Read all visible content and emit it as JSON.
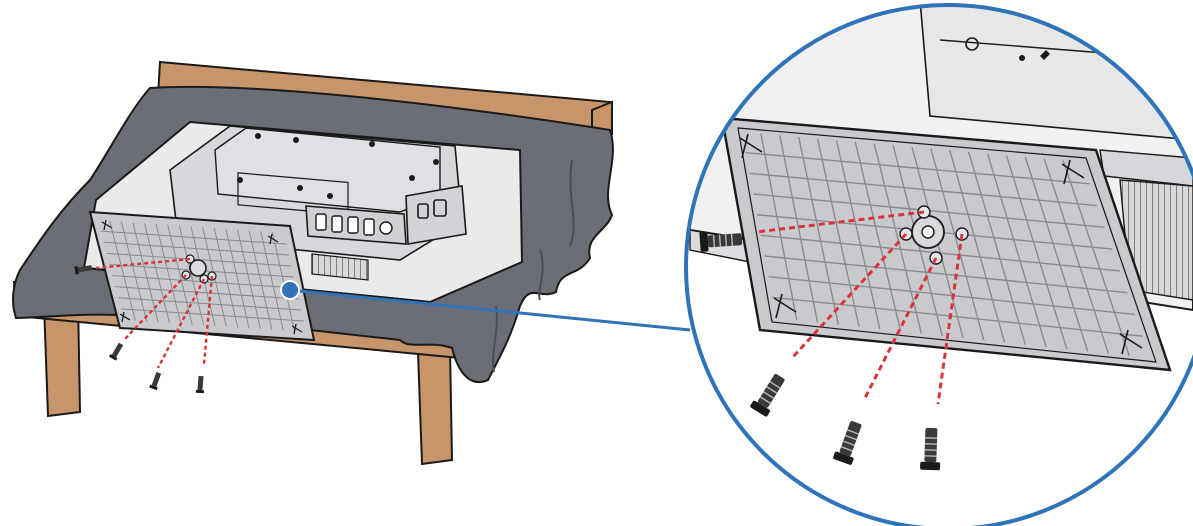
{
  "diagram": {
    "kind": "tv-stand-base-installation",
    "view_left": "tv-face-down-on-cloth-covered-table",
    "view_right": "magnified-detail-callout",
    "screw_count_main": 4,
    "screw_count_callout": 4
  },
  "colors": {
    "table_wood": "#c8956a",
    "table_outline": "#1a1a1a",
    "cloth": "#6b6e76",
    "cloth_dark": "#55585f",
    "tv_body": "#e9eaec",
    "tv_panel": "#d7d8db",
    "stand_base": "#c9cacd",
    "stand_grid": "#8a8b8f",
    "callout_ring": "#2f73b8",
    "leader_line": "#2f73b8",
    "guide_dash": "#d9343a",
    "screw": "#3a3a3a"
  }
}
